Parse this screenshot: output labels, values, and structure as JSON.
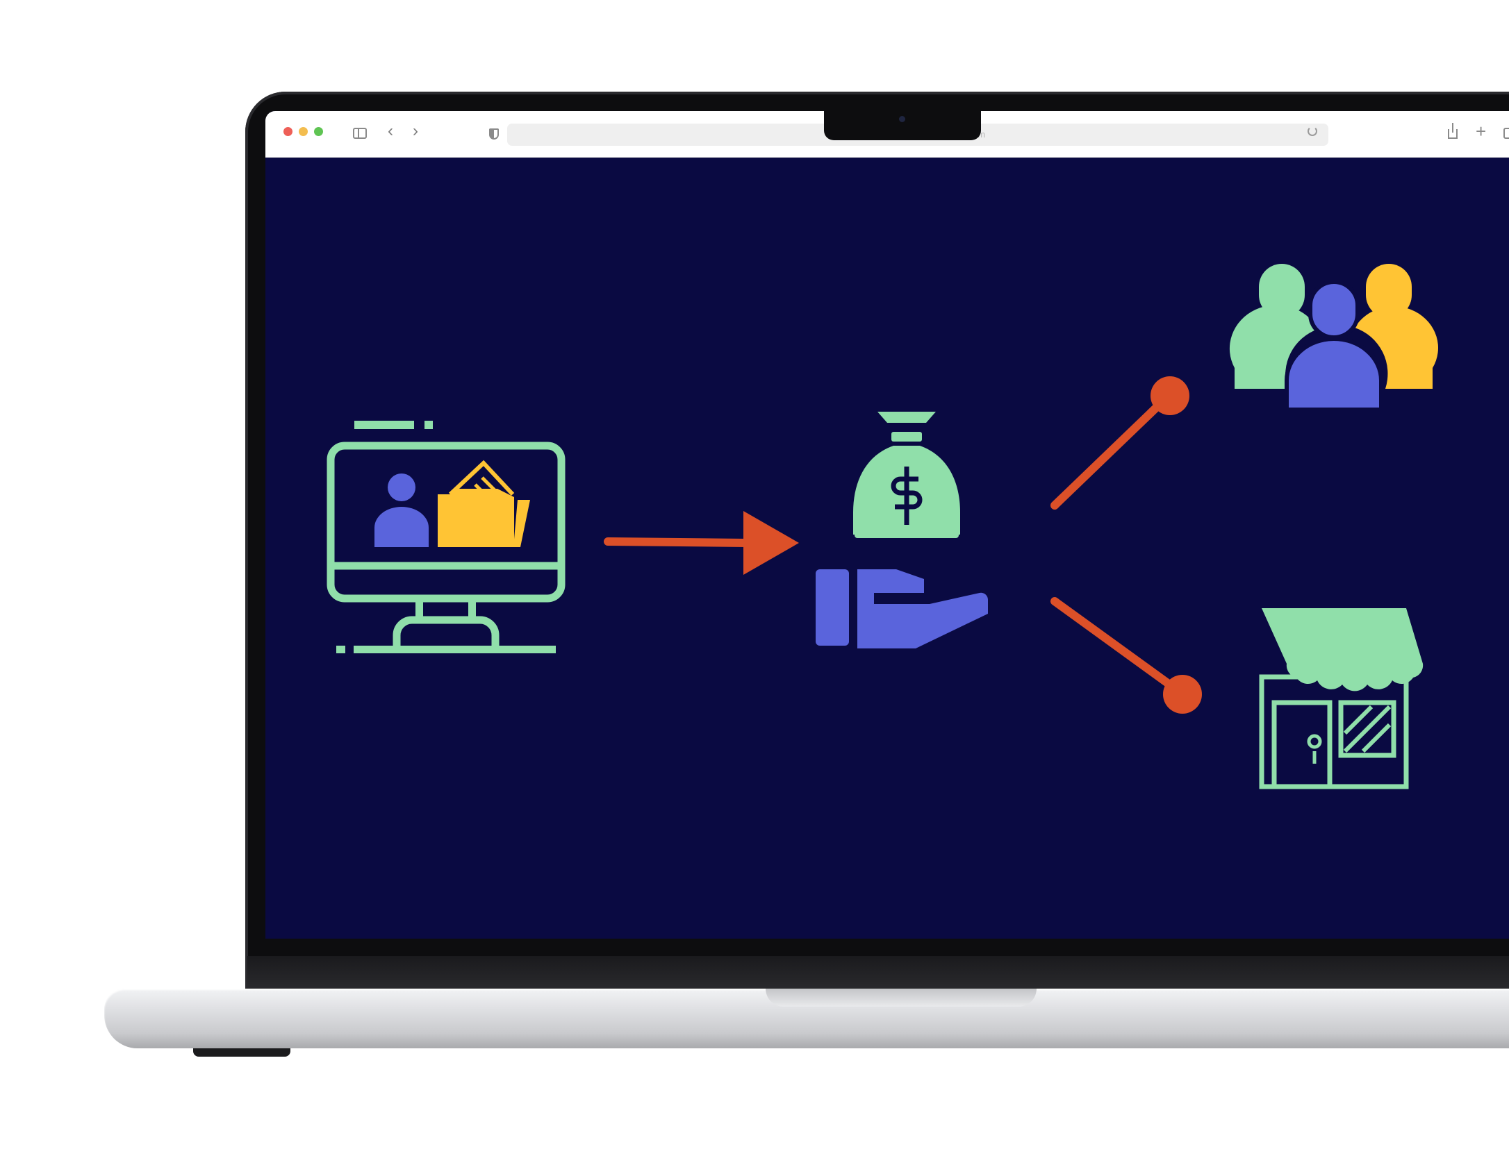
{
  "browser": {
    "url_text": "om",
    "icons": [
      "sidebar-icon",
      "back-icon",
      "forward-icon",
      "shield-icon",
      "reload-icon",
      "share-icon",
      "new-tab-icon",
      "tabs-icon"
    ],
    "back_glyph": "‹",
    "forward_glyph": "›",
    "plus_glyph": "+"
  },
  "diagram": {
    "nodes": [
      {
        "id": "computer",
        "icon": "computer-with-user-and-folder-icon"
      },
      {
        "id": "funding",
        "icon": "hand-holding-money-bag-icon"
      },
      {
        "id": "people",
        "icon": "group-of-people-icon"
      },
      {
        "id": "store",
        "icon": "storefront-icon"
      }
    ],
    "edges": [
      {
        "from": "computer",
        "to": "funding",
        "style": "arrow"
      },
      {
        "from": "funding",
        "to": "people",
        "style": "dot-line"
      },
      {
        "from": "funding",
        "to": "store",
        "style": "dot-line"
      }
    ]
  },
  "colors": {
    "background": "#0a0a42",
    "green": "#90dfaa",
    "blue": "#5a64dc",
    "yellow": "#ffc434",
    "orange": "#dc5028",
    "dollar": "#0a0a42"
  }
}
